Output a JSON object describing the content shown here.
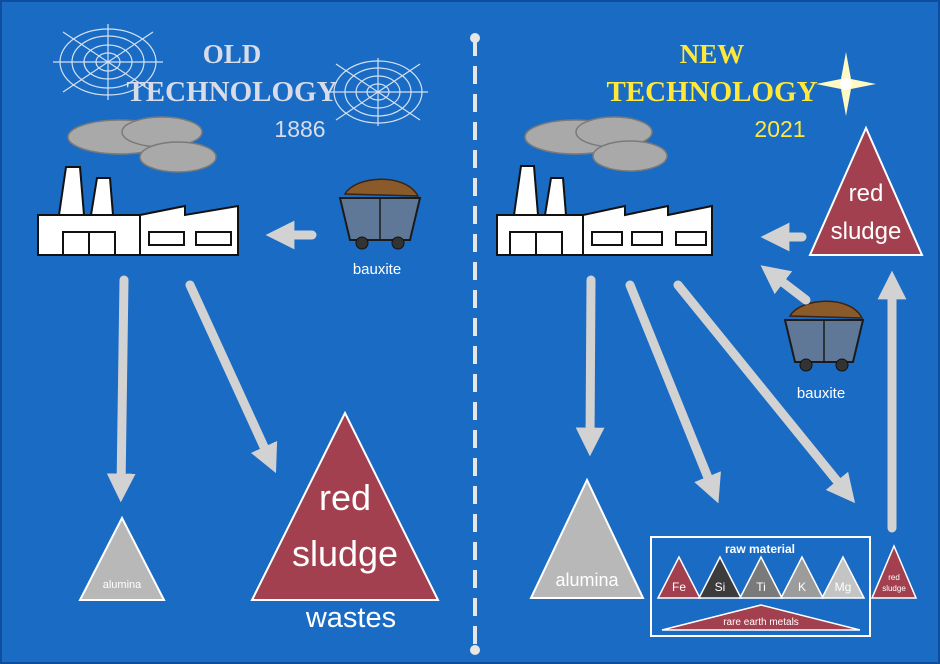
{
  "left_panel": {
    "title_line1": "OLD",
    "title_line2": "TECHNOLOGY",
    "year": "1886",
    "input_label": "bauxite",
    "product_label": "alumina",
    "waste_line1": "red",
    "waste_line2": "sludge",
    "waste_caption": "wastes"
  },
  "right_panel": {
    "title_line1": "NEW",
    "title_line2": "TECHNOLOGY",
    "year": "2021",
    "input_label": "bauxite",
    "feed_line1": "red",
    "feed_line2": "sludge",
    "product_label": "alumina",
    "raw_material_label": "raw material",
    "elements": [
      "Fe",
      "Si",
      "Ti",
      "K",
      "Mg"
    ],
    "rare_earth_label": "rare earth metals",
    "small_sludge_line1": "red",
    "small_sludge_line2": "sludge"
  },
  "colors": {
    "background": "#1a6bc4",
    "old_title": "#d8dce8",
    "new_title": "#ffe83a",
    "red_sludge": "#a3404f",
    "alumina": "#b8b8b8",
    "arrow": "#cfcfcf"
  }
}
